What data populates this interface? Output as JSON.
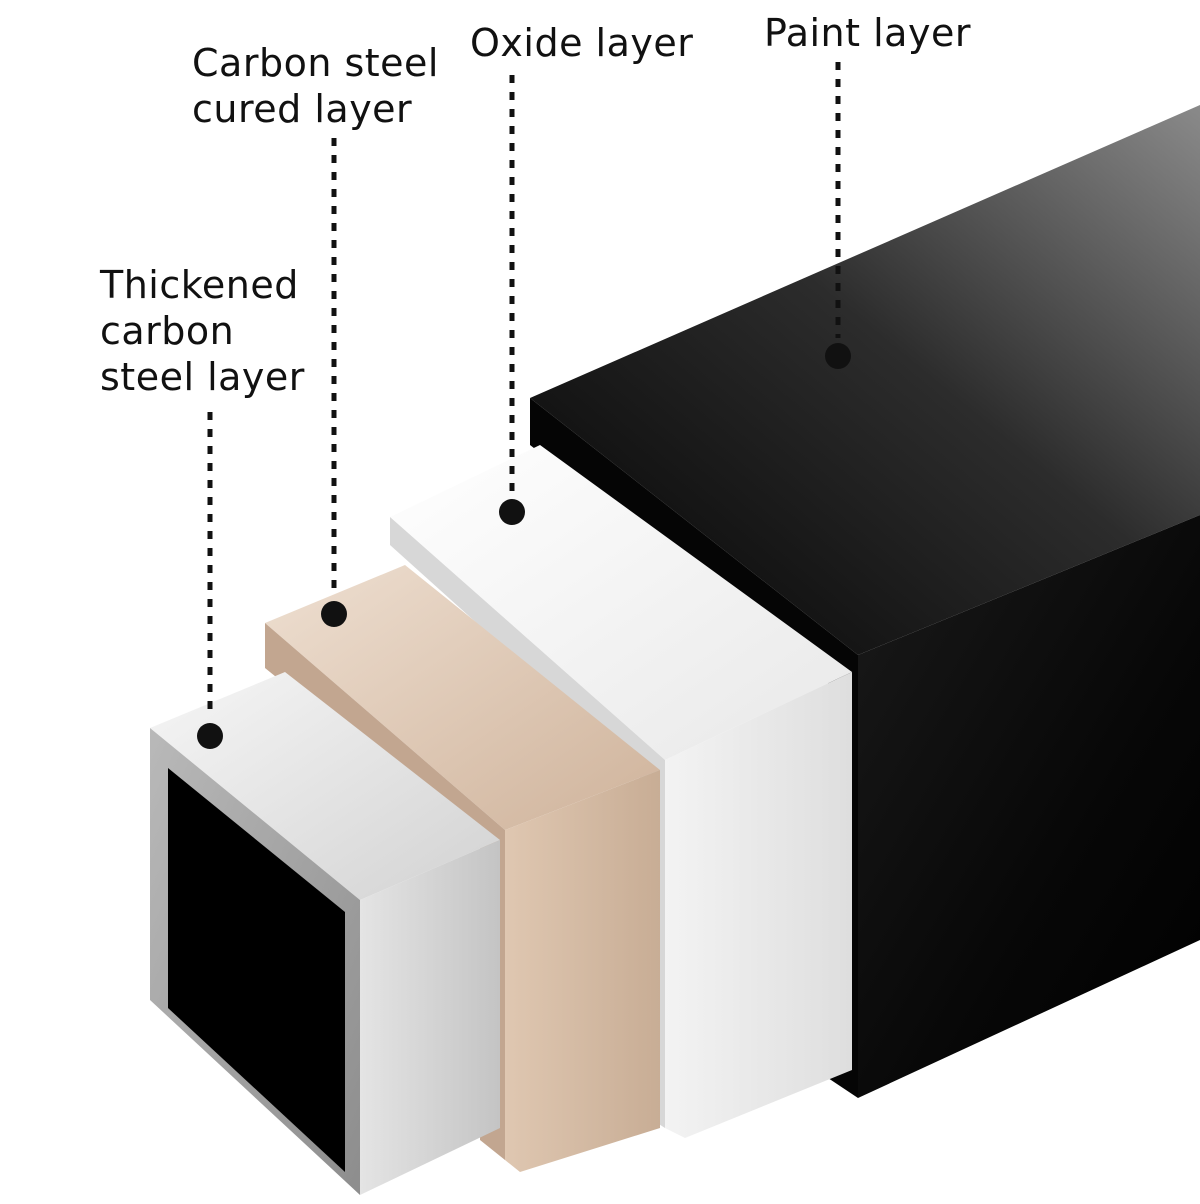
{
  "colors": {
    "background": "#ffffff",
    "paint_layer": "#0b0b0b",
    "oxide_layer": "#f1f1f1",
    "cured_layer": "#d9c0a9",
    "thickened_layer": "#dcdcdc",
    "tube_interior": "#000000",
    "callout": "#111111"
  },
  "labels": {
    "paint_layer": [
      "Paint layer"
    ],
    "oxide_layer": [
      "Oxide layer"
    ],
    "carbon_steel_cured_layer": [
      "Carbon steel",
      "cured layer"
    ],
    "thickened_carbon_steel_layer": [
      "Thickened",
      "carbon",
      "steel layer"
    ]
  }
}
